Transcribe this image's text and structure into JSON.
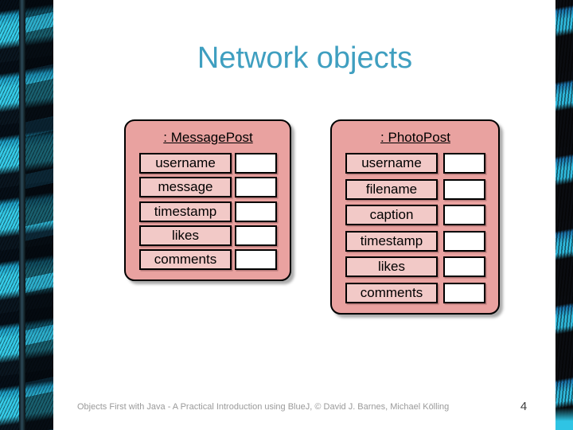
{
  "slide": {
    "title": "Network objects",
    "footer_text": "Objects First with Java - A Practical Introduction using BlueJ, © David J. Barnes, Michael Kölling",
    "page_number": "4"
  },
  "diagram": {
    "objects": [
      {
        "header": ": MessagePost",
        "fields": [
          "username",
          "message",
          "timestamp",
          "likes",
          "comments"
        ]
      },
      {
        "header": ": PhotoPost",
        "fields": [
          "username",
          "filename",
          "caption",
          "timestamp",
          "likes",
          "comments"
        ]
      }
    ],
    "colors": {
      "object_fill": "#e9a2a0",
      "field_label_fill": "#f2c9c7",
      "value_box_fill": "#ffffff",
      "border": "#000000"
    }
  },
  "theme": {
    "title_color": "#3f9fc0",
    "footer_color": "#9a9a9a",
    "page_number_color": "#3e3e3e",
    "feather_cyan": "#35cbe8",
    "feather_blue": "#1a6fa6",
    "feather_black": "#0a0c10"
  },
  "decor": {
    "left_feather": "blue-jay-feather-photo-strip",
    "right_feather": "blue-jay-feather-photo-strip"
  }
}
